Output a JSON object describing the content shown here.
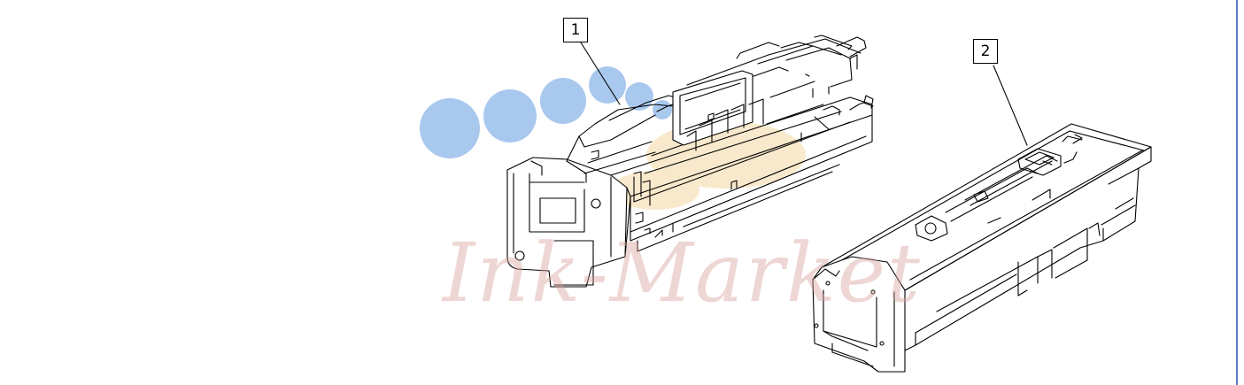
{
  "callouts": [
    {
      "number": "1",
      "part": "drum-unit"
    },
    {
      "number": "2",
      "part": "toner-cartridge"
    }
  ],
  "watermark": {
    "text": "Ink-Market",
    "dot_color": "#a9c8ee",
    "text_color": "#d9a09a",
    "accent_color": "#f4d59a"
  },
  "colors": {
    "line": "#000000",
    "edge_line": "#5b7fc4"
  }
}
